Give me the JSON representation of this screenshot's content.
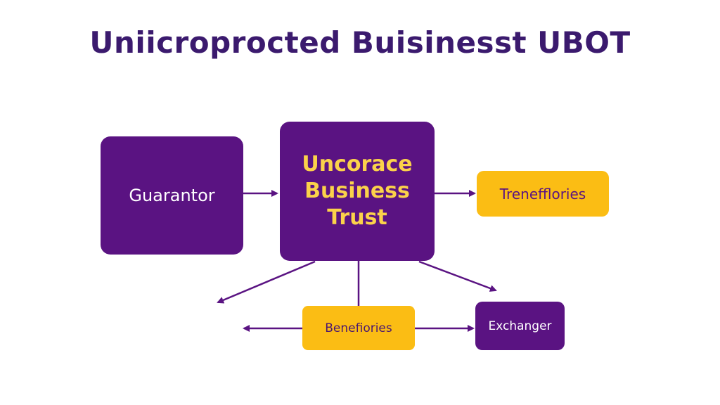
{
  "title": "Uniicroprocted Buisinesst UBOT",
  "nodes": {
    "guarantor": "Guarantor",
    "trust": "Uncorace Business Trust",
    "trenefiories": "Trenefflories",
    "benefiories": "Benefiories",
    "exchanger": "Exchanger"
  },
  "colors": {
    "purple": "#5a1382",
    "yellow": "#fbbd14",
    "title": "#3b1a6e",
    "arrow": "#5a1382"
  }
}
